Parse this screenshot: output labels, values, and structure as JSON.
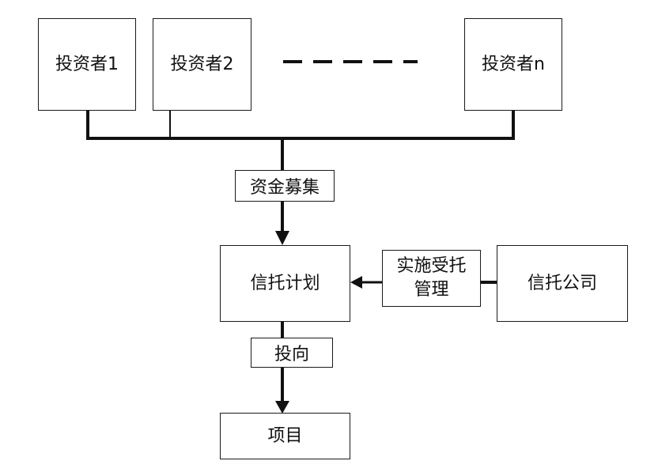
{
  "investors": [
    {
      "label": "投资者1"
    },
    {
      "label": "投资者2"
    },
    {
      "label": "投资者n"
    }
  ],
  "fundraising_label": "资金募集",
  "trust_plan_label": "信托计划",
  "trust_company_label": "信托公司",
  "entrusted_mgmt_label_line1": "实施受托",
  "entrusted_mgmt_label_line2": "管理",
  "invest_direction_label": "投向",
  "project_label": "项目"
}
